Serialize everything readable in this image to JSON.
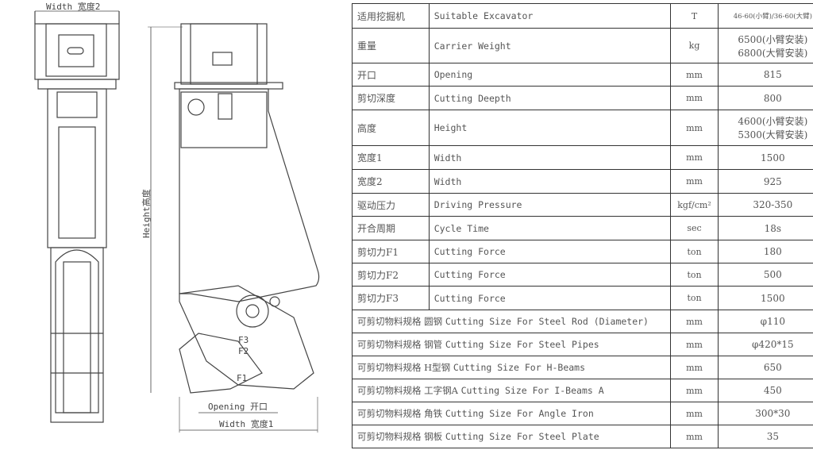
{
  "drawing": {
    "front_width_label": "Width 宽度2",
    "height_label": "Height高度",
    "opening_label": "Opening 开口",
    "side_width_label": "Width 宽度1",
    "force_labels": [
      "F1",
      "F2",
      "F3"
    ]
  },
  "spec_table": {
    "rows": [
      {
        "cn": "适用挖掘机",
        "en": "Suitable Excavator",
        "unit": "T",
        "value": [
          "46-60(小臂)/36-60(大臂)"
        ]
      },
      {
        "cn": "重量",
        "en": "Carrier Weight",
        "unit": "kg",
        "value": [
          "6500(小臂安装)",
          "6800(大臂安装)"
        ]
      },
      {
        "cn": "开口",
        "en": "Opening",
        "unit": "mm",
        "value": [
          "815"
        ]
      },
      {
        "cn": "剪切深度",
        "en": "Cutting Deepth",
        "unit": "mm",
        "value": [
          "800"
        ]
      },
      {
        "cn": "高度",
        "en": "Height",
        "unit": "mm",
        "value": [
          "4600(小臂安装)",
          "5300(大臂安装)"
        ]
      },
      {
        "cn": "宽度1",
        "en": "Width",
        "unit": "mm",
        "value": [
          "1500"
        ]
      },
      {
        "cn": "宽度2",
        "en": "Width",
        "unit": "mm",
        "value": [
          "925"
        ]
      },
      {
        "cn": "驱动压力",
        "en": "Driving Pressure",
        "unit": "kgf/cm²",
        "value": [
          "320-350"
        ]
      },
      {
        "cn": "开合周期",
        "en": "Cycle Time",
        "unit": "sec",
        "value": [
          "18s"
        ]
      },
      {
        "cn": "剪切力F1",
        "en": "Cutting Force",
        "unit": "ton",
        "value": [
          "180"
        ]
      },
      {
        "cn": "剪切力F2",
        "en": "Cutting Force",
        "unit": "ton",
        "value": [
          "500"
        ]
      },
      {
        "cn": "剪切力F3",
        "en": "Cutting Force",
        "unit": "ton",
        "value": [
          "1500"
        ]
      }
    ],
    "material_rows": [
      {
        "cn": "可剪切物料规格 圆钢",
        "en": "Cutting Size For Steel Rod (Diameter)",
        "unit": "mm",
        "value": "φ110"
      },
      {
        "cn": "可剪切物料规格 钢管",
        "en": "Cutting Size For Steel Pipes",
        "unit": "mm",
        "value": "φ420*15"
      },
      {
        "cn": "可剪切物料规格 H型钢",
        "en": "Cutting Size For H-Beams",
        "unit": "mm",
        "value": "650"
      },
      {
        "cn": "可剪切物料规格 工字钢A",
        "en": "Cutting Size For I-Beams A",
        "unit": "mm",
        "value": "450"
      },
      {
        "cn": "可剪切物料规格 角铁",
        "en": "Cutting Size For Angle Iron",
        "unit": "mm",
        "value": "300*30"
      },
      {
        "cn": "可剪切物料规格 钢板",
        "en": "Cutting Size For Steel Plate",
        "unit": "mm",
        "value": "35"
      }
    ]
  }
}
